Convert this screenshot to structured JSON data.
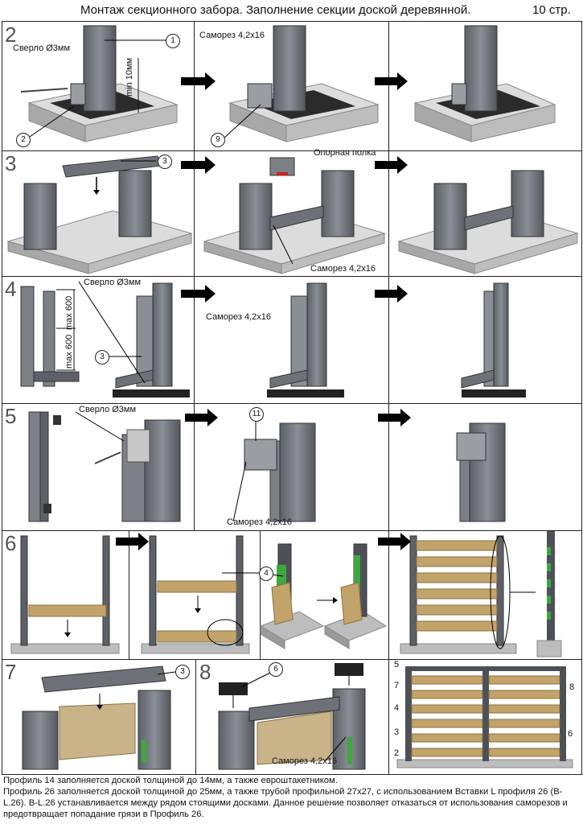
{
  "header": {
    "title": "Монтаж секционного забора. Заполнение секции доской деревянной.",
    "page": "10 стр."
  },
  "steps": {
    "s2": "2",
    "s3": "3",
    "s4": "4",
    "s5": "5",
    "s6": "6",
    "s7": "7",
    "s8": "8"
  },
  "labels": {
    "drill": "Сверло Ø3мм",
    "screw": "Саморез 4,2x16",
    "min10": "min 10мм",
    "support_shelf": "Опорная полка",
    "max600": "max 600",
    "c1": "1",
    "c2": "2",
    "c3": "3",
    "c4": "4",
    "c6": "6",
    "c9": "9",
    "c11": "11"
  },
  "legend": {
    "n5": "5",
    "n7": "7",
    "n4": "4",
    "n3": "3",
    "n2": "2",
    "n8": "8",
    "n6": "6"
  },
  "notes": [
    "Профиль 14 заполняется доской толщиной до 14мм, а также евроштакетником.",
    "Профиль 26 заполняется доской толщиной до 25мм, а также трубой профильной 27x27, с использованием Вставки L профиля 26 (B-L.26). B-L.26 устанавливается между рядом стоящими досками. Данное решение позволяет отказаться от использования саморезов и предотвращает попадание грязи в Профиль 26."
  ],
  "colors": {
    "post": "#6b6f76",
    "base": "#bdbdbd",
    "plate": "#333",
    "board": "#c2a46a",
    "green": "#3ea83e"
  }
}
